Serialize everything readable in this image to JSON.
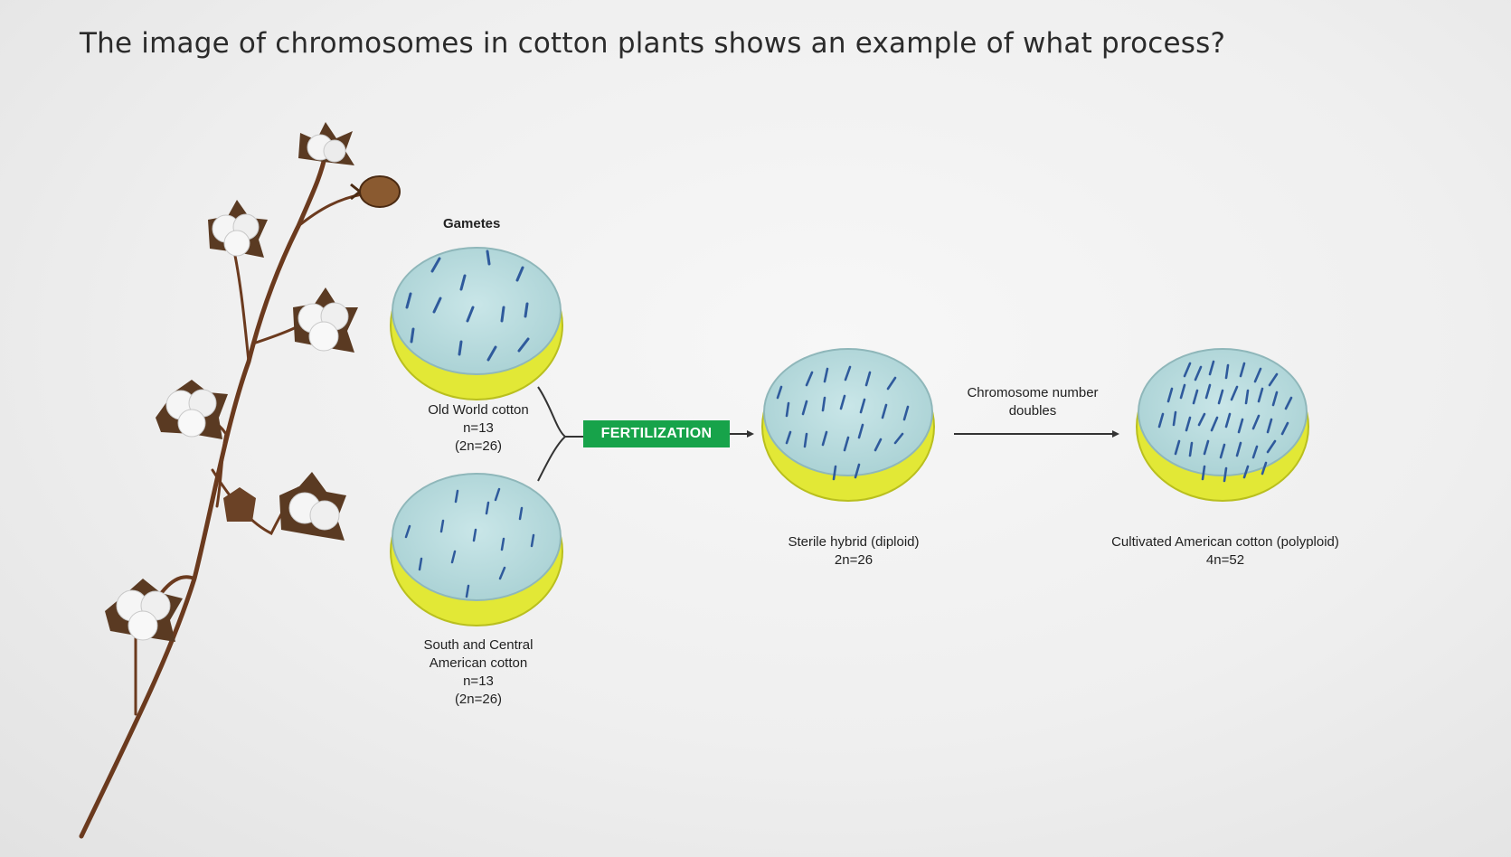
{
  "question": "The image of chromosomes in cotton plants shows an example of what process?",
  "diagram": {
    "gametes_label": "Gametes",
    "old_world": {
      "name": "Old World cotton",
      "n": "n=13",
      "two_n": "(2n=26)"
    },
    "south_central": {
      "name_line1": "South and Central",
      "name_line2": "American cotton",
      "n": "n=13",
      "two_n": "(2n=26)"
    },
    "fertilization_label": "FERTILIZATION",
    "hybrid": {
      "name": "Sterile hybrid (diploid)",
      "count": "2n=26"
    },
    "doubling": {
      "line1": "Chromosome number",
      "line2": "doubles"
    },
    "polyploid": {
      "name": "Cultivated American cotton (polyploid)",
      "count": "4n=52"
    }
  },
  "colors": {
    "cell_fill": "#bcdde0",
    "cell_rim": "#e4ea3a",
    "chromosome": "#2f5a9c",
    "fertilization_box": "#17a34a"
  },
  "icons": [
    "cotton-plant-illustration",
    "arrow-right-icon"
  ]
}
